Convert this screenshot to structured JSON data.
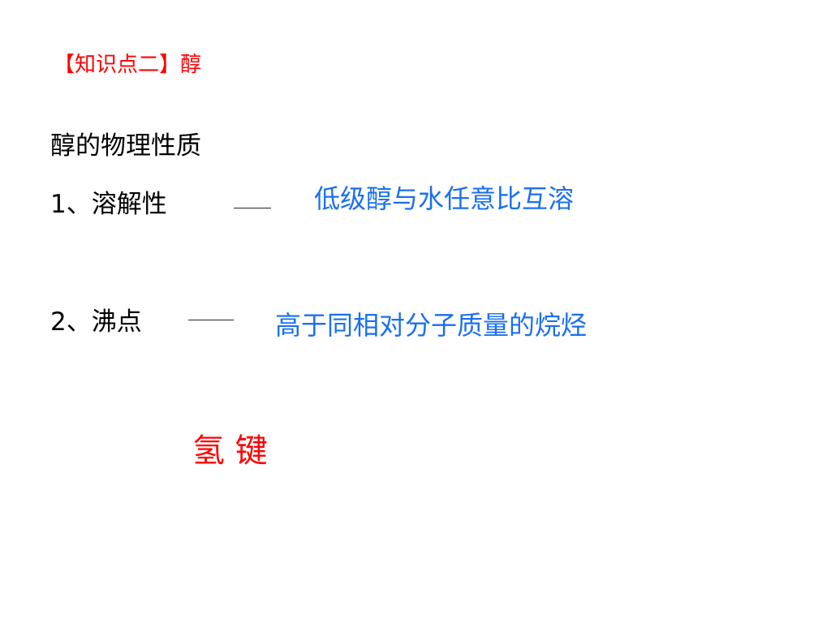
{
  "colors": {
    "heading": "#ff0000",
    "body_text": "#000000",
    "answer": "#1a6ff0",
    "hint": "#ff0000"
  },
  "slide": {
    "topic_heading": "【知识点二】醇",
    "section_title": "醇的物理性质",
    "items": [
      {
        "label": "1、溶解性",
        "answer": "低级醇与水任意比互溶"
      },
      {
        "label": "2、沸点",
        "answer": "高于同相对分子质量的烷烃"
      }
    ],
    "hint": "氢 键"
  }
}
